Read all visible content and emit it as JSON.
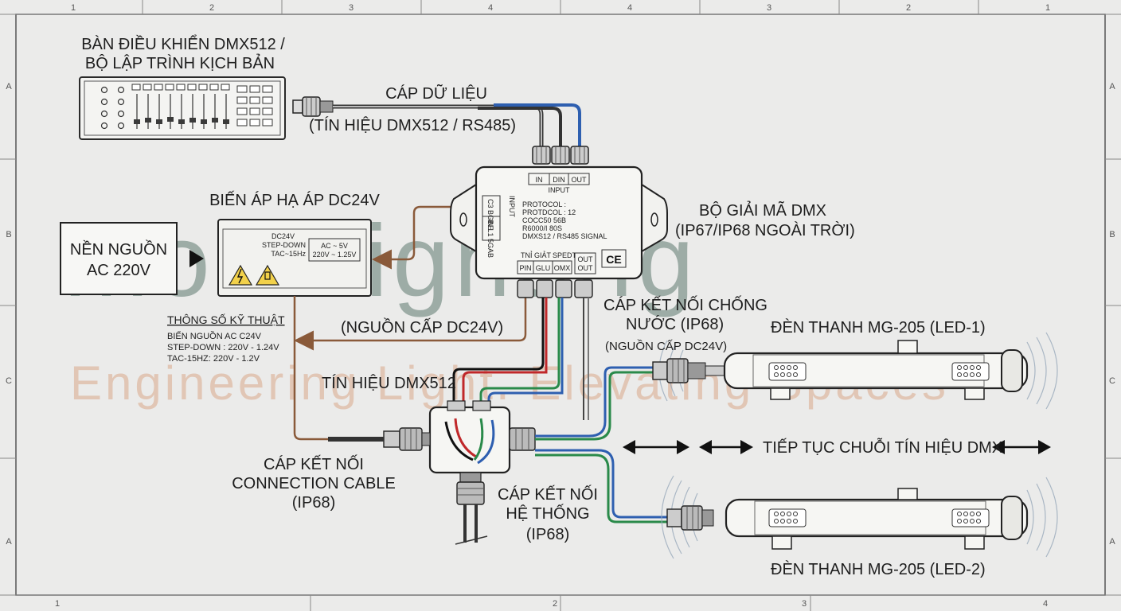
{
  "frame": {
    "top_numbers": [
      "1",
      "2",
      "3",
      "4",
      "4",
      "3",
      "2",
      "1"
    ],
    "bottom_numbers": [
      "1",
      "2",
      "3",
      "4"
    ],
    "side_letters": [
      "A",
      "B",
      "C",
      "A"
    ]
  },
  "watermark": {
    "brand": "moonlighting",
    "tagline": "Engineering Light. Elevating Spaces"
  },
  "controller": {
    "title_line1": "BÀN ĐIỀU KHIỂN DMX512 /",
    "title_line2": "BỘ LẬP TRÌNH KỊCH BẢN"
  },
  "data_cable": {
    "title": "CÁP DỮ LIỆU",
    "subtitle": "(TÍN HIỆU DMX512 / RS485)"
  },
  "ac_source": {
    "line1": "NỀN NGUỒN",
    "line2": "AC 220V"
  },
  "transformer": {
    "title": "BIẾN ÁP HẠ ÁP DC24V",
    "plate_left": [
      "DC24V",
      "STEP-DOWN",
      "TAC~15Hz"
    ],
    "plate_right": [
      "AC ~ 5V",
      "220V ~ 1.25V"
    ]
  },
  "specs": {
    "heading": "THÔNG SỐ KỸ THUẬT",
    "lines": [
      "BIẾN NGUỒN AC C24V",
      "STEP-DOWN : 220V - 1.24V",
      "TAC-15HZ: 220V - 1.2V"
    ]
  },
  "decoder": {
    "title_line1": "BỘ GIẢI MÃ DMX",
    "title_line2": "(IP67/IP68 NGOÀI TRỜI)",
    "port_top": [
      "IN",
      "DIN",
      "OUT"
    ],
    "port_top_caption": "INPUT",
    "left_side": [
      "INPUT",
      "C3 BGBE",
      "IN L1 5GAB"
    ],
    "protocol_lines": [
      "PROTOCOL :",
      "PROTDCOL : 12",
      "COCC50 56B",
      "R6000/I 80S",
      "DMXS12 / RS485 SIGNAL"
    ],
    "bottom_caption": [
      "TNỈ GIẢT",
      "SPEDT"
    ],
    "bottom_ports": [
      "PIN",
      "GLU",
      "OMX"
    ],
    "out_label": [
      "OUT",
      "OUT"
    ],
    "ce": "CE"
  },
  "power_supply_label": "(NGUỒN CẤP DC24V)",
  "dmx_signal_label": "TÍN HIỆU DMX512",
  "waterproof_cable": {
    "line1": "CÁP KẾT NỐI CHỐNG",
    "line2": "NƯỚC (IP68)",
    "line3": "(NGUỒN CẤP DC24V)"
  },
  "connection_cable": {
    "line1": "CÁP KẾT NỐI",
    "line2": "CONNECTION CABLE",
    "line3": "(IP68)"
  },
  "system_cable": {
    "line1": "CÁP KẾT NỐI",
    "line2": "HỆ THỐNG",
    "line3": "(IP68)"
  },
  "led1_label": "ĐÈN THANH MG-205 (LED-1)",
  "led2_label": "ĐÈN THANH MG-205 (LED-2)",
  "chain_label": "TIẾP TỤC CHUỖI TÍN HIỆU DMX",
  "colors": {
    "brown_wire": "#8a5a3a",
    "red_wire": "#c0282a",
    "green_wire": "#2a8a4a",
    "blue_wire": "#2e5fb0",
    "watermark_gray": "#5f7a70",
    "watermark_tan": "#d9a98a"
  }
}
